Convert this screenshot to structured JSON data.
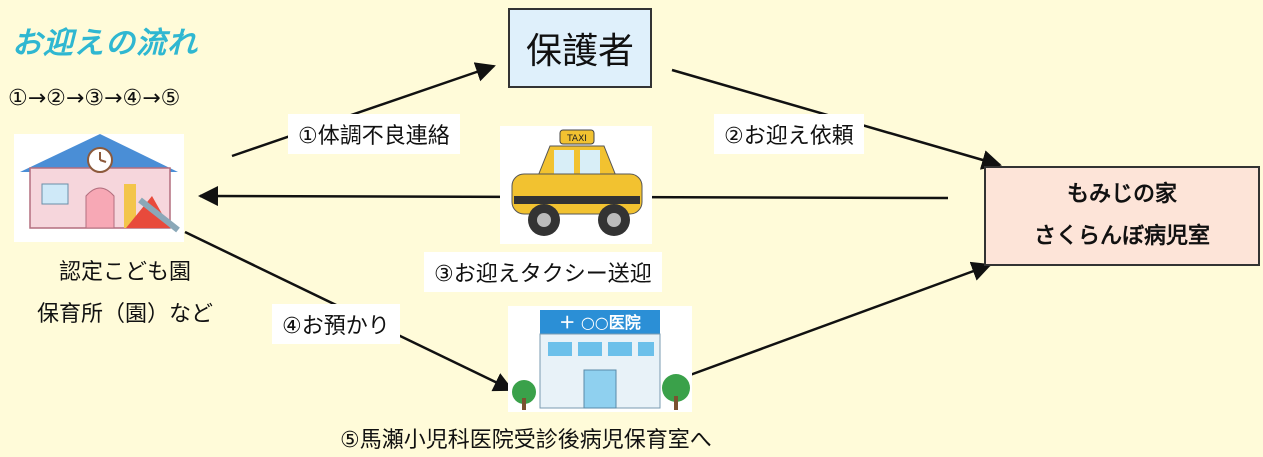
{
  "title": "お迎えの流れ",
  "sequence": "①→②→③→④→⑤",
  "nodes": {
    "guardian": "保護者",
    "momiji_line1": "もみじの家",
    "momiji_line2": "さくらんぼ病児室",
    "school_line1": "認定こども園",
    "school_line2": "保育所（園）など"
  },
  "steps": {
    "step1": "①体調不良連絡",
    "step2": "②お迎え依頼",
    "step3": "③お迎えタクシー送迎",
    "step4": "④お預かり",
    "step5": "⑤馬瀬小児科医院受診後病児保育室へ"
  },
  "icons": {
    "taxi_sign": "TAXI",
    "clinic_sign": "＋ ○○医院"
  },
  "colors": {
    "background": "#fffbd9",
    "title": "#2fb7d1",
    "guardian_box": "#dff0fb",
    "momiji_box": "#fde4d8"
  }
}
